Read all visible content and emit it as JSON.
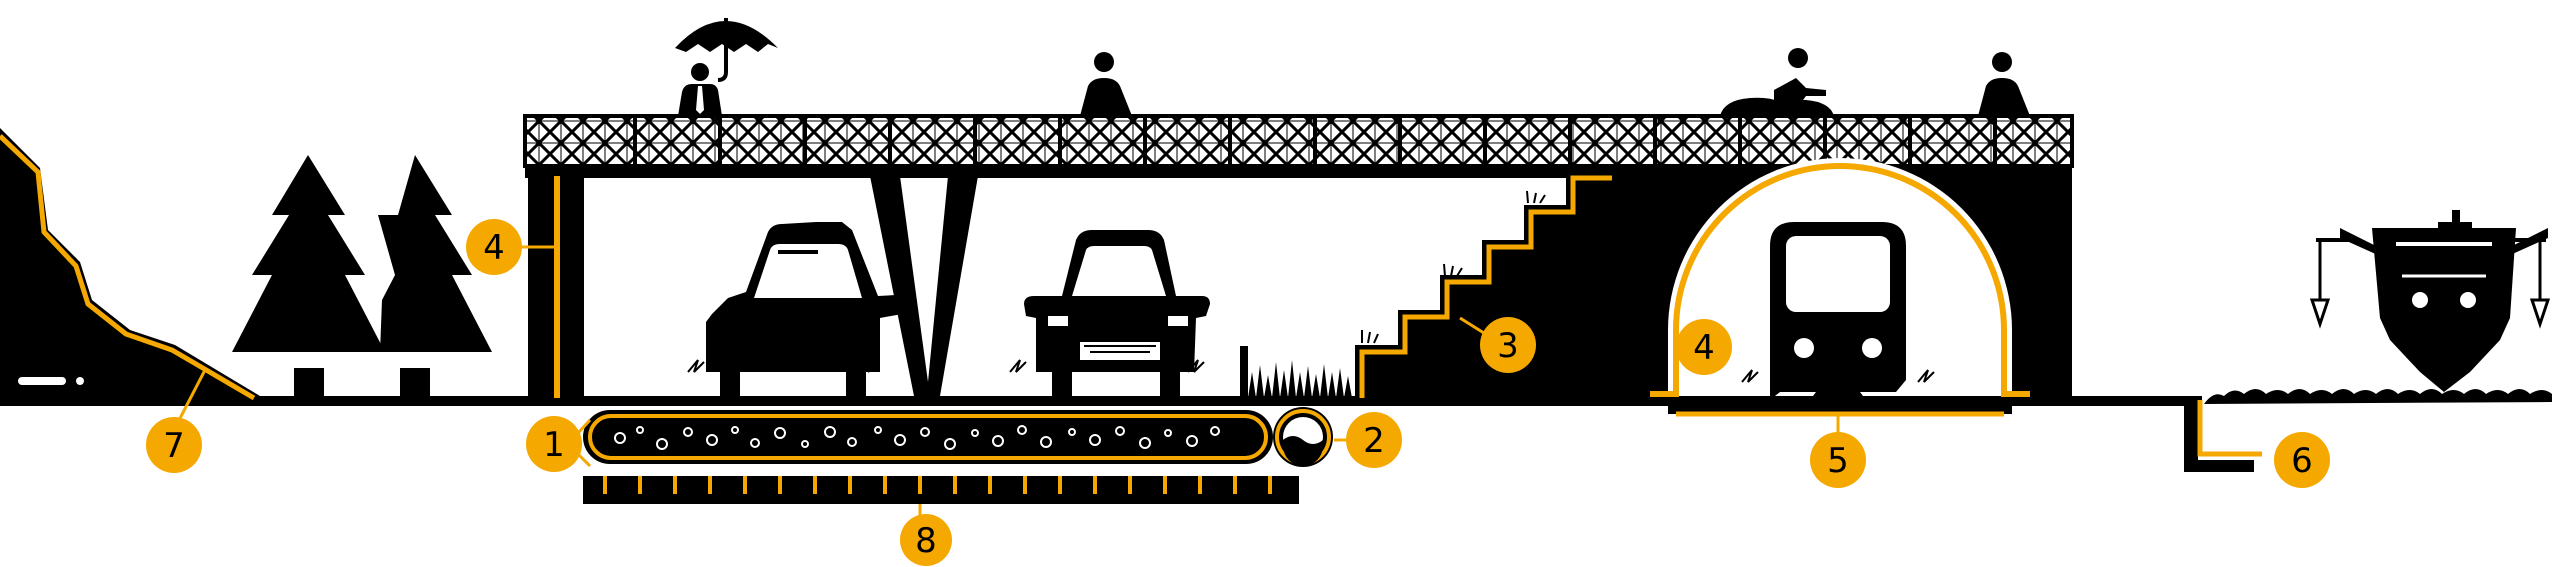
{
  "colors": {
    "ink": "#000000",
    "accent": "#F5A800",
    "background": "#FFFFFF"
  },
  "icons": [
    "hillside-icon",
    "pine-tree-icon",
    "person-with-umbrella-icon",
    "pedestrian-icon",
    "cyclist-icon",
    "car-rear-icon",
    "car-front-icon",
    "train-icon",
    "ship-icon",
    "grass-icon",
    "plant-sprout-icon",
    "pipe-water-icon",
    "gravel-pipe-icon"
  ],
  "callouts": [
    {
      "id": "c1",
      "label": "1"
    },
    {
      "id": "c2",
      "label": "2"
    },
    {
      "id": "c3",
      "label": "3"
    },
    {
      "id": "c4a",
      "label": "4"
    },
    {
      "id": "c4b",
      "label": "4"
    },
    {
      "id": "c5",
      "label": "5"
    },
    {
      "id": "c6",
      "label": "6"
    },
    {
      "id": "c7",
      "label": "7"
    },
    {
      "id": "c8",
      "label": "8"
    }
  ]
}
